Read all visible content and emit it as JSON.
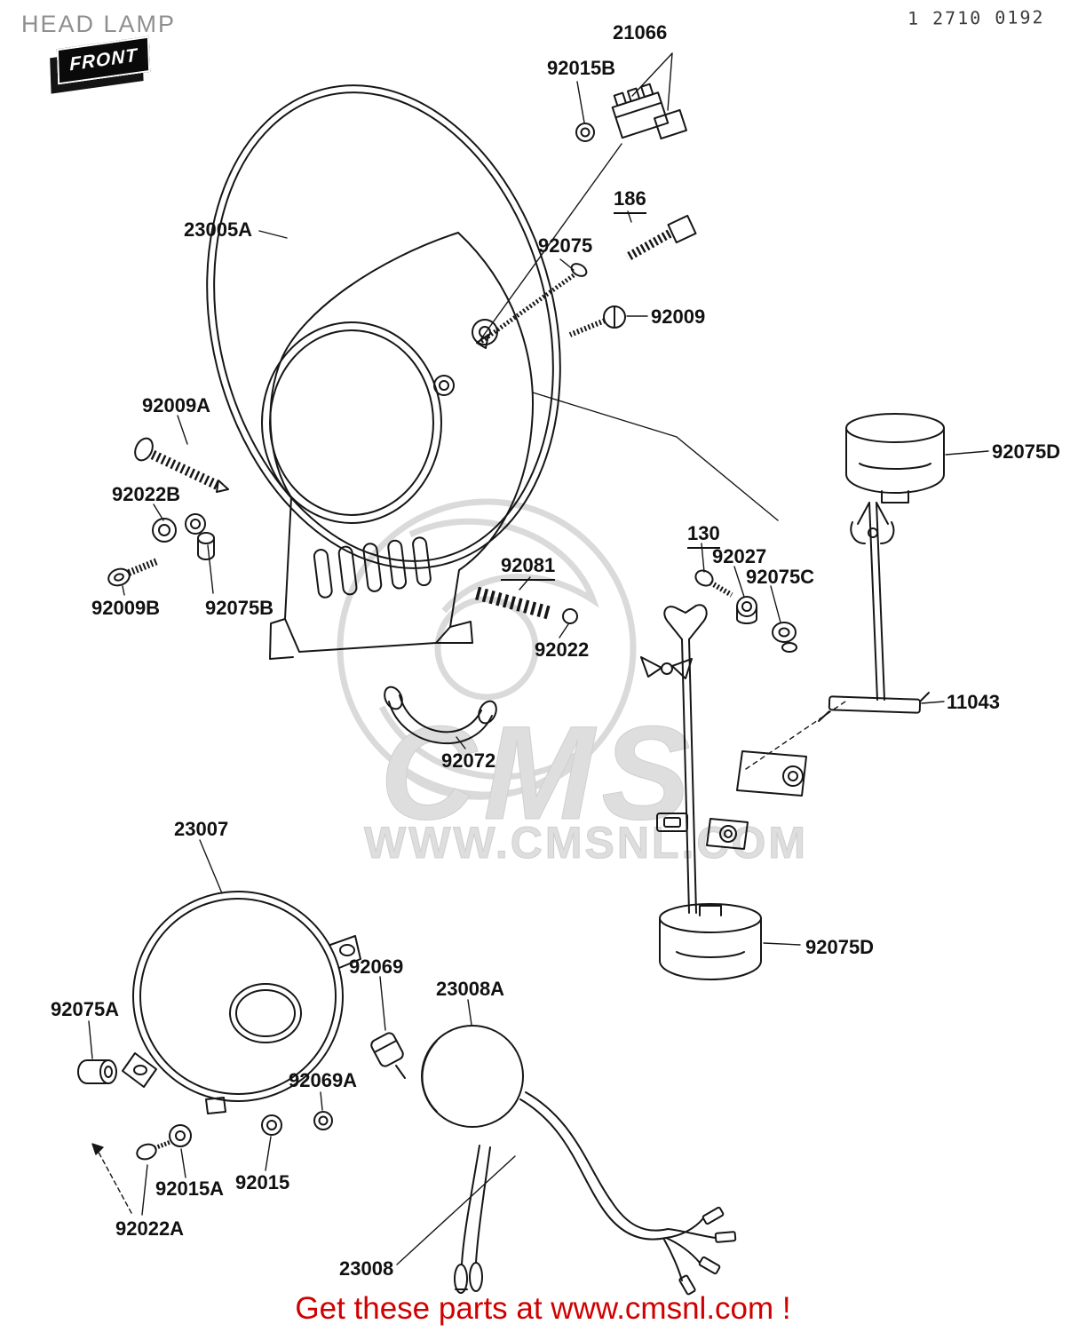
{
  "header": {
    "title": "HEAD LAMP",
    "catalog_number": "1 2710 0192",
    "front_badge": "FRONT"
  },
  "watermark": {
    "logo": "CMS",
    "url": "WWW.CMSNL.COM"
  },
  "footer": {
    "banner": "Get these parts at www.cmsnl.com !"
  },
  "colors": {
    "banner_red": "#d10000",
    "title_gray": "#8f8f8f",
    "watermark_gray": "#dadada",
    "line": "#161616"
  },
  "parts": [
    {
      "id": "23005A",
      "text": "23005A"
    },
    {
      "id": "21066",
      "text": "21066"
    },
    {
      "id": "92015B",
      "text": "92015B"
    },
    {
      "id": "186",
      "text": "186"
    },
    {
      "id": "92075",
      "text": "92075"
    },
    {
      "id": "92009",
      "text": "92009"
    },
    {
      "id": "92009A",
      "text": "92009A"
    },
    {
      "id": "92022B",
      "text": "92022B"
    },
    {
      "id": "92009B",
      "text": "92009B"
    },
    {
      "id": "92075B",
      "text": "92075B"
    },
    {
      "id": "92081",
      "text": "92081"
    },
    {
      "id": "92022",
      "text": "92022"
    },
    {
      "id": "130",
      "text": "130"
    },
    {
      "id": "92027",
      "text": "92027"
    },
    {
      "id": "92075C",
      "text": "92075C"
    },
    {
      "id": "92075D_top",
      "text": "92075D"
    },
    {
      "id": "11043",
      "text": "11043"
    },
    {
      "id": "92072",
      "text": "92072"
    },
    {
      "id": "23007",
      "text": "23007"
    },
    {
      "id": "92069",
      "text": "92069"
    },
    {
      "id": "23008A",
      "text": "23008A"
    },
    {
      "id": "92075A",
      "text": "92075A"
    },
    {
      "id": "92069A",
      "text": "92069A"
    },
    {
      "id": "92015A",
      "text": "92015A"
    },
    {
      "id": "92015",
      "text": "92015"
    },
    {
      "id": "92022A",
      "text": "92022A"
    },
    {
      "id": "23008",
      "text": "23008"
    },
    {
      "id": "92075D_bottom",
      "text": "92075D"
    }
  ]
}
